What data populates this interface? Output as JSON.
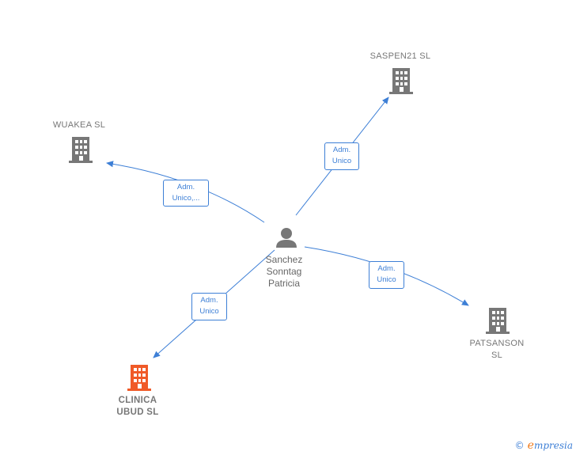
{
  "center": {
    "name": "Sanchez\nSonntag\nPatricia",
    "icon": "person-icon"
  },
  "nodes": [
    {
      "id": "saspen",
      "label": "SASPEN21  SL",
      "highlight": false,
      "icon": "building-icon"
    },
    {
      "id": "wuakea",
      "label": "WUAKEA  SL",
      "highlight": false,
      "icon": "building-icon"
    },
    {
      "id": "patsanson",
      "label": "PATSANSON\nSL",
      "highlight": false,
      "icon": "building-icon"
    },
    {
      "id": "clinica",
      "label": "CLINICA\nUBUD  SL",
      "highlight": true,
      "icon": "building-icon"
    }
  ],
  "edges": [
    {
      "to": "saspen",
      "label": "Adm.\nUnico"
    },
    {
      "to": "wuakea",
      "label": "Adm.\nUnico,..."
    },
    {
      "to": "patsanson",
      "label": "Adm.\nUnico"
    },
    {
      "to": "clinica",
      "label": "Adm.\nUnico"
    }
  ],
  "colors": {
    "edge": "#3d7fd6",
    "building": "#777777",
    "building_highlight": "#f05a28",
    "person": "#777777"
  },
  "footer": {
    "copyright": "©",
    "brand_first": "e",
    "brand_rest": "mpresia"
  }
}
